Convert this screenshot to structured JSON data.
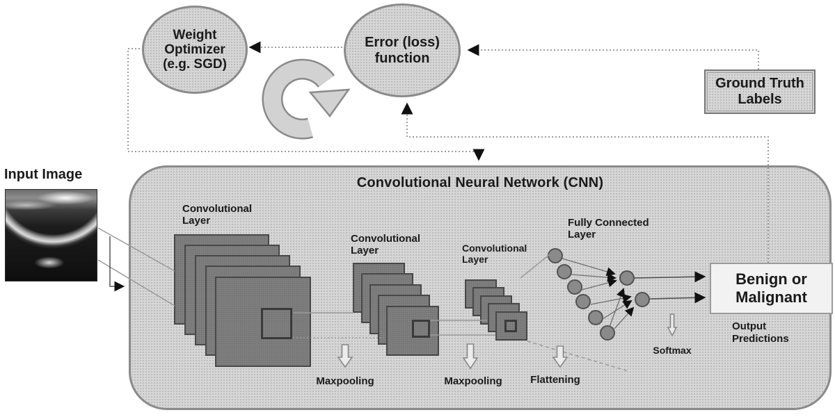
{
  "colors": {
    "panel_fill": "#d6d6d6",
    "panel_border": "#8a8a8a",
    "conv_square_fill": "#7e7e7e",
    "conv_square_border": "#474747",
    "fc_node_fill": "#8a8a8a",
    "connector_gray": "#999999",
    "arrow_black": "#111111",
    "output_box_fill": "#f2f2f2"
  },
  "nodes": {
    "weight_optimizer": {
      "line1": "Weight",
      "line2": "Optimizer",
      "line3": "(e.g. SGD)"
    },
    "error_function": {
      "line1": "Error (loss)",
      "line2": "function"
    },
    "ground_truth": {
      "line1": "Ground Truth",
      "line2": "Labels"
    }
  },
  "input": {
    "label": "Input Image"
  },
  "cnn": {
    "title": "Convolutional Neural Network (CNN)",
    "conv_label": {
      "line1": "Convolutional",
      "line2": "Layer"
    },
    "fully_connected_label": {
      "line1": "Fully Connected",
      "line2": "Layer"
    },
    "maxpooling_label": "Maxpooling",
    "flattening_label": "Flattening",
    "softmax_label": "Softmax"
  },
  "output": {
    "box": {
      "line1": "Benign or",
      "line2": "Malignant"
    },
    "caption": {
      "line1": "Output",
      "line2": "Predictions"
    }
  }
}
